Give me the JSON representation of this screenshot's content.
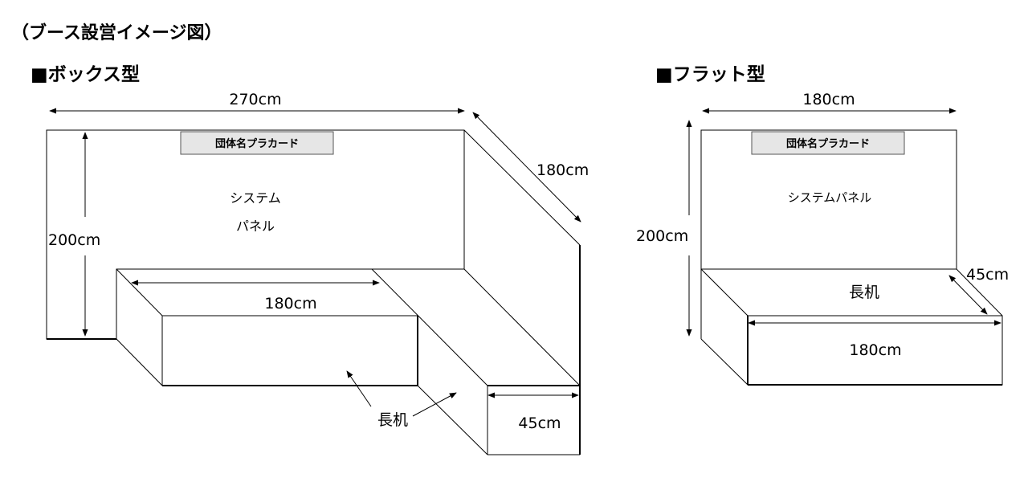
{
  "title": "（ブース設営イメージ図）",
  "box": {
    "heading": "■ボックス型",
    "placard": "団体名プラカード",
    "panel_line1": "システム",
    "panel_line2": "パネル",
    "width_label": "270cm",
    "depth_label": "180cm",
    "height_label": "200cm",
    "desk_width_label": "180cm",
    "desk_depth_label": "45cm",
    "desk_label": "長机"
  },
  "flat": {
    "heading": "■フラット型",
    "placard": "団体名プラカード",
    "panel_label": "システムパネル",
    "width_label": "180cm",
    "height_label": "200cm",
    "desk_depth_label": "45cm",
    "desk_label": "長机",
    "desk_width_label": "180cm"
  },
  "colors": {
    "placard_fill": "#e6e6e6",
    "line": "#000000"
  }
}
